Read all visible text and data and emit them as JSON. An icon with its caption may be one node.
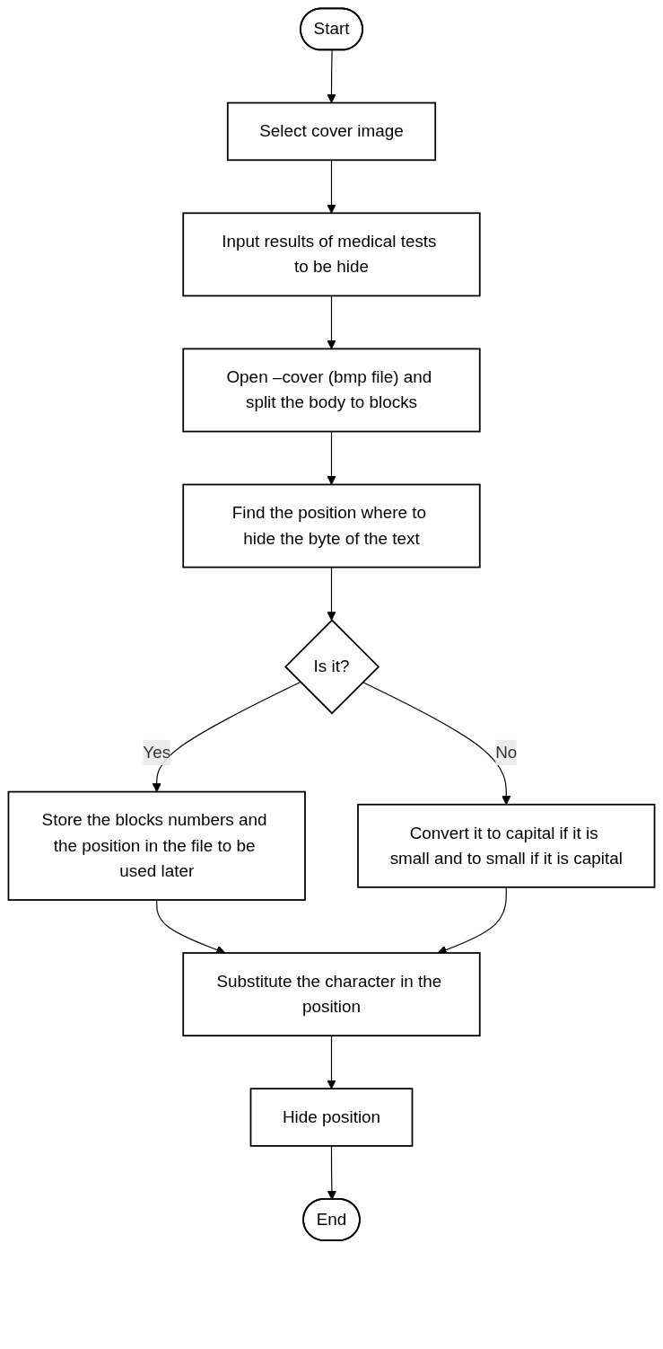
{
  "diagram": {
    "nodes": [
      {
        "text": [
          "Start"
        ]
      },
      {
        "text": [
          "Select cover image"
        ]
      },
      {
        "text": [
          "Input results of medical tests to be hide"
        ]
      },
      {
        "text": [
          "Open –cover (bmp file) and split the body to blocks"
        ]
      },
      {
        "text": [
          "Find the position where to hide the byte of the text"
        ]
      },
      {
        "text": [
          "Is it?"
        ]
      },
      {
        "text": [
          "Store the blocks numbers and the position in the file to be used later"
        ]
      },
      {
        "text": [
          "Convert it to capital if it is small and to small if it is capital"
        ]
      },
      {
        "text": [
          "Substitute the character in the position"
        ]
      },
      {
        "text": [
          "Hide position"
        ]
      },
      {
        "text": [
          "End"
        ]
      }
    ],
    "edges": [
      {
        "from": 0,
        "to": 1,
        "arrow": "to"
      },
      {
        "from": 1,
        "to": 2,
        "arrow": "to"
      },
      {
        "from": 2,
        "to": 3,
        "arrow": "to"
      },
      {
        "from": 3,
        "to": 4,
        "arrow": "to"
      },
      {
        "from": 4,
        "to": 5,
        "arrow": "to"
      },
      {
        "from": 5,
        "to": 6,
        "label": "Yes",
        "arrow": "to"
      },
      {
        "from": 5,
        "to": 7,
        "label": "No",
        "arrow": "to"
      },
      {
        "from": 6,
        "to": 8,
        "arrow": "to"
      },
      {
        "from": 7,
        "to": 8,
        "arrow": "to"
      },
      {
        "from": 8,
        "to": 9,
        "arrow": "to"
      },
      {
        "from": 9,
        "to": 10,
        "arrow": "to"
      }
    ]
  }
}
